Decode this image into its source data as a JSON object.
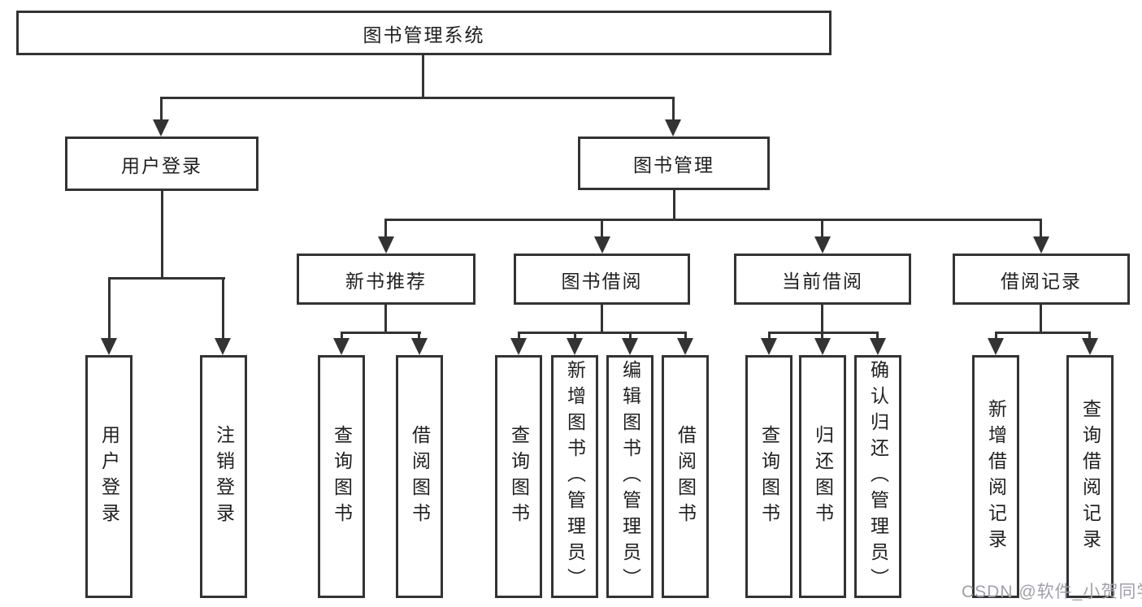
{
  "colors": {
    "background": "#ffffff",
    "line": "#333333",
    "text": "#1f1f1f",
    "watermark_text": "#a0a0a8"
  },
  "tree": {
    "root": {
      "label": "图书管理系统"
    },
    "level1": [
      {
        "label": "用户登录",
        "leaves": [
          {
            "label": "用户登录"
          },
          {
            "label": "注销登录"
          }
        ]
      },
      {
        "label": "图书管理",
        "groups": [
          {
            "label": "新书推荐",
            "leaves": [
              {
                "label": "查询图书"
              },
              {
                "label": "借阅图书"
              }
            ]
          },
          {
            "label": "图书借阅",
            "leaves": [
              {
                "label": "查询图书"
              },
              {
                "label": "新增图书（管理员）"
              },
              {
                "label": "编辑图书（管理员）"
              },
              {
                "label": "借阅图书"
              }
            ]
          },
          {
            "label": "当前借阅",
            "leaves": [
              {
                "label": "查询图书"
              },
              {
                "label": "归还图书"
              },
              {
                "label": "确认归还（管理员）"
              }
            ]
          },
          {
            "label": "借阅记录",
            "leaves": [
              {
                "label": "新增借阅记录"
              },
              {
                "label": "查询借阅记录"
              }
            ]
          }
        ]
      }
    ]
  },
  "watermark": {
    "text": "CSDN @软件_小贺同学"
  }
}
